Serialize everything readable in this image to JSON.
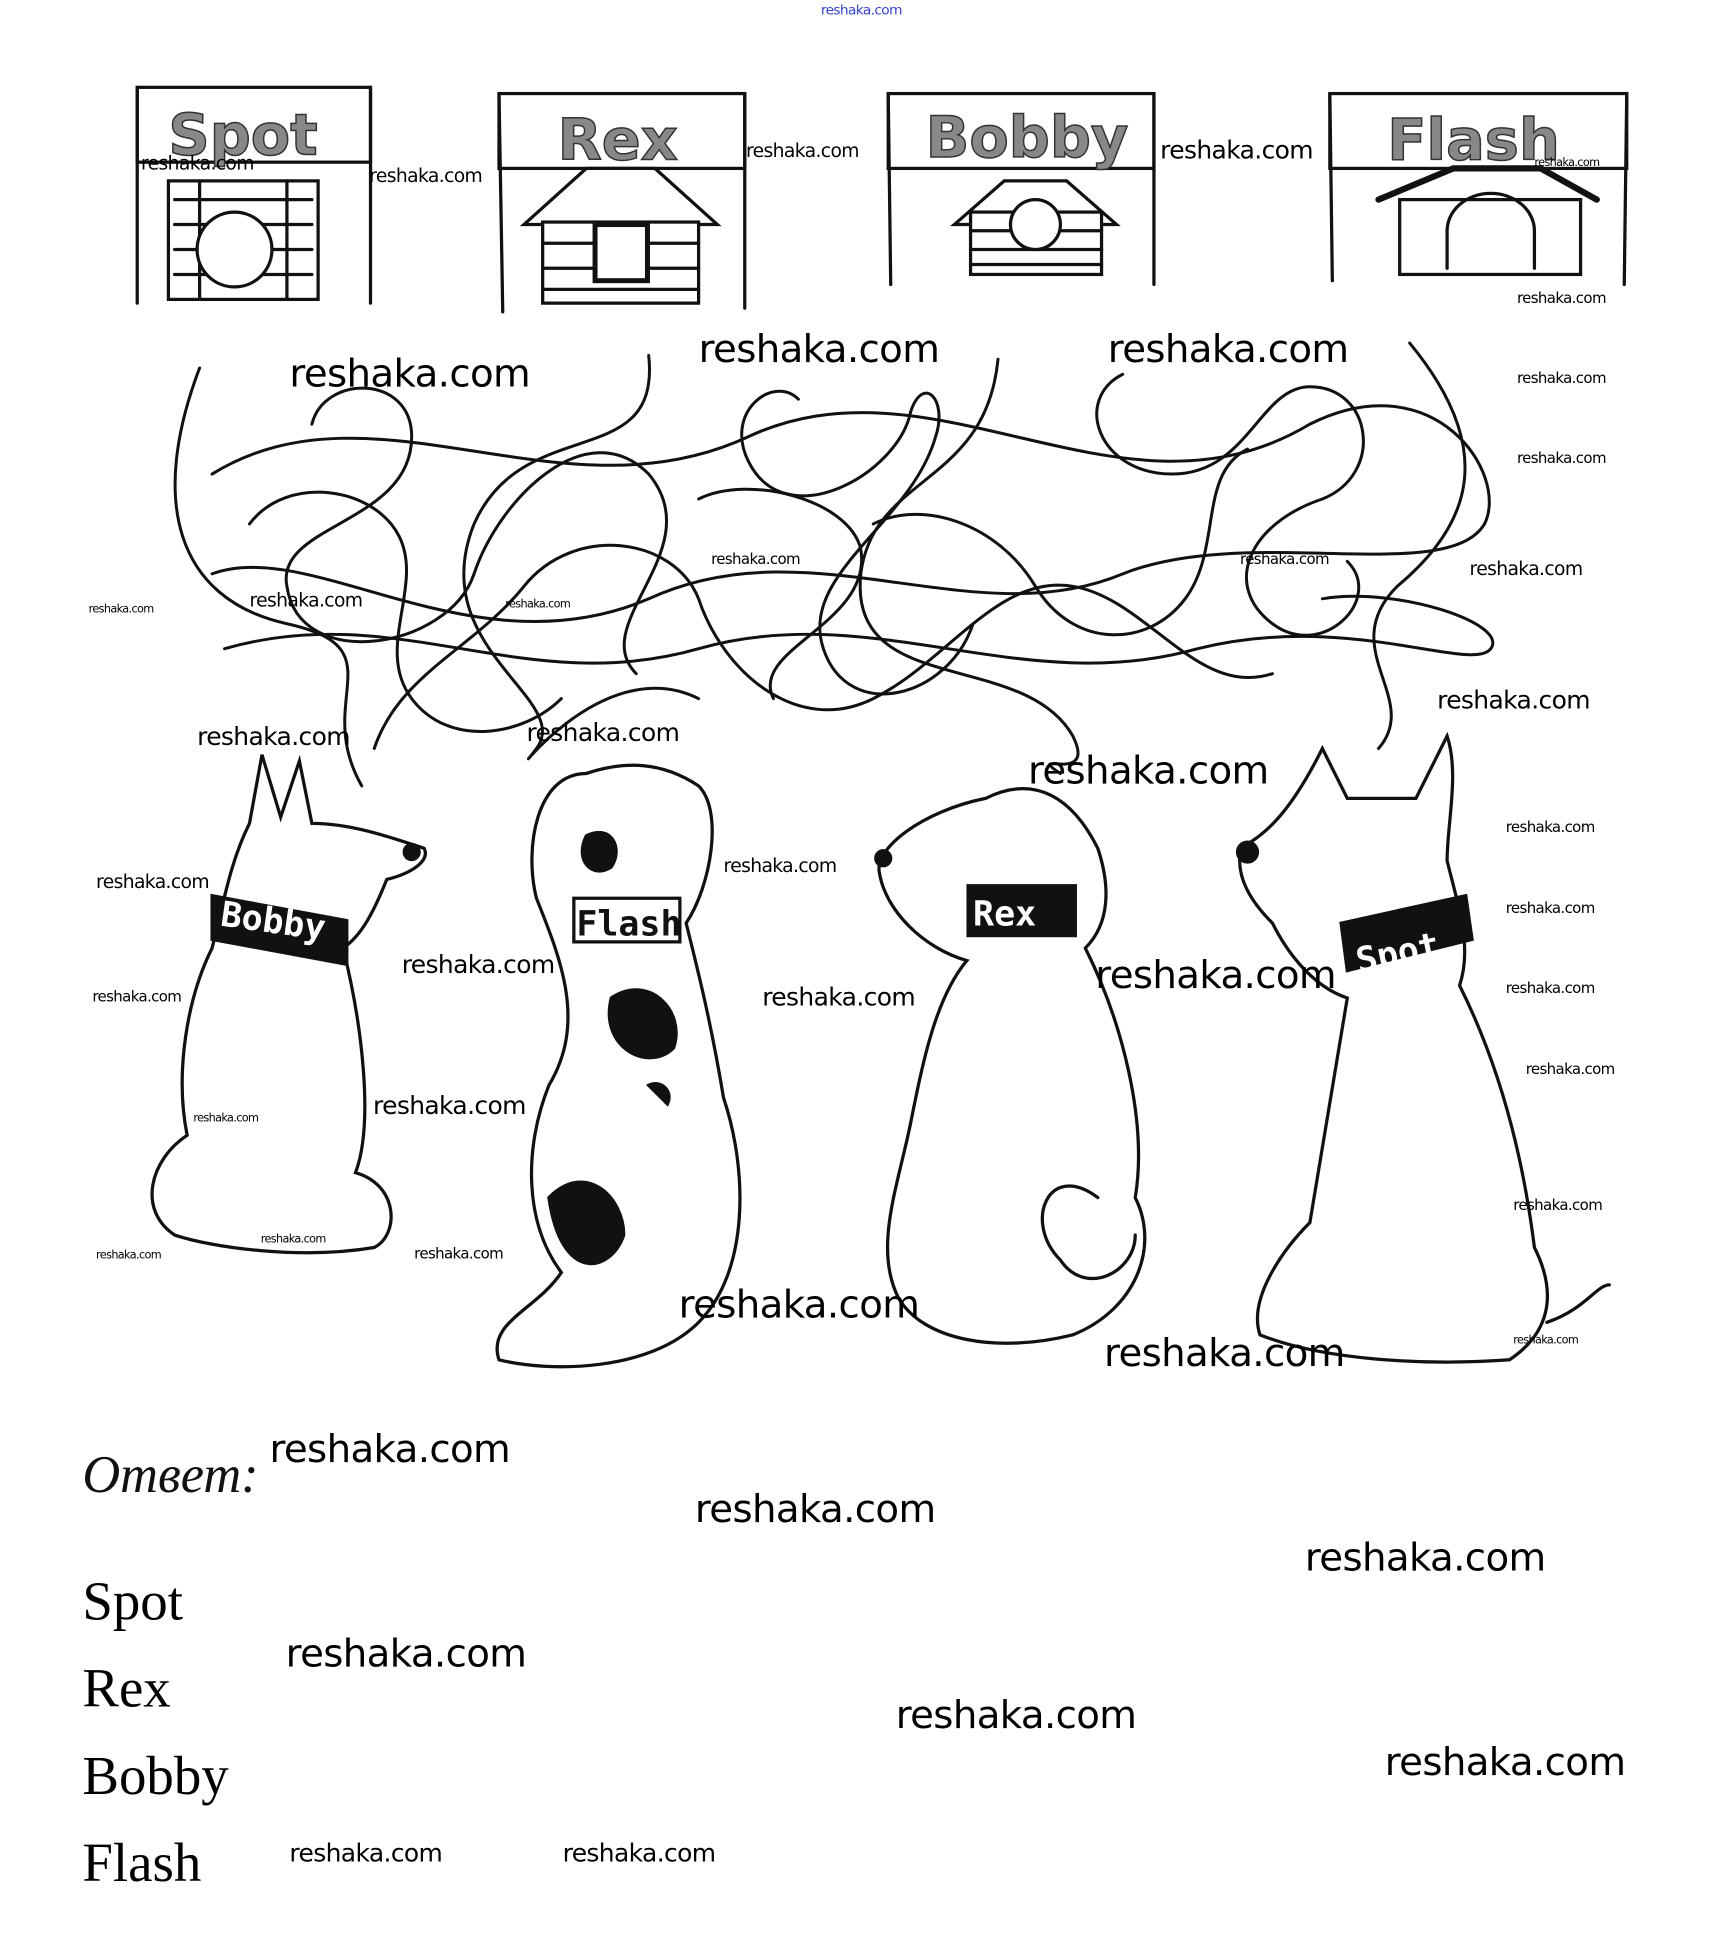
{
  "houses": [
    {
      "name": "Spot"
    },
    {
      "name": "Rex"
    },
    {
      "name": "Bobby"
    },
    {
      "name": "Flash"
    }
  ],
  "dogs": [
    {
      "collar": "Bobby"
    },
    {
      "collar": "Flash"
    },
    {
      "collar": "Rex"
    },
    {
      "collar": "Spot"
    }
  ],
  "answer": {
    "title": "Ответ:",
    "items": [
      "Spot",
      "Rex",
      "Bobby",
      "Flash"
    ]
  },
  "watermark": "reshaka.com",
  "colors": {
    "ink": "#000000",
    "sign_text": "#888888",
    "top_watermark": "#3344cc"
  }
}
